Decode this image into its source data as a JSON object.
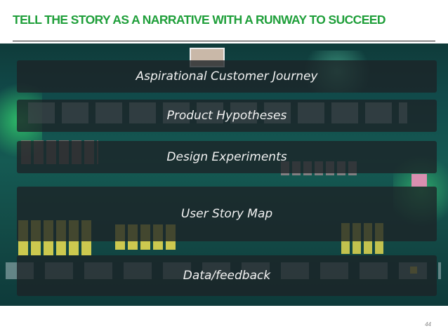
{
  "slide": {
    "title": "TELL THE STORY AS A NARRATIVE WITH A RUNWAY TO SUCCEED",
    "page_number": "44"
  },
  "layers": [
    "Aspirational Customer Journey",
    "Product Hypotheses",
    "Design Experiments",
    "User Story Map",
    "Data/feedback"
  ],
  "colors": {
    "title": "#1f9f3a",
    "band": "#1c2226",
    "band_text": "#f2f2f2"
  }
}
